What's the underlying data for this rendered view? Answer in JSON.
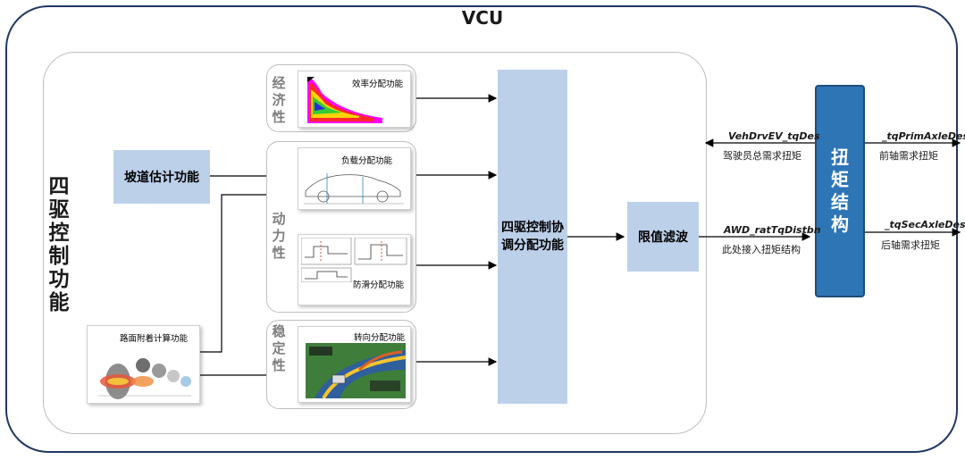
{
  "title": "VCU",
  "main_function": "四驱控制功能",
  "slope_estimation": "坡道估计功能",
  "road_adhesion": "路面附着计算功能",
  "groups": {
    "economy": "经济性",
    "dynamic": "动力性",
    "stability": "稳定性"
  },
  "thumbnails": {
    "efficiency": "效率分配功能",
    "load": "负载分配功能",
    "antislip": "防滑分配功能",
    "steering": "转向分配功能"
  },
  "coordinator": "四驱控制协调分配功能",
  "limit_filter": "限值滤波",
  "torque_structure": "扭矩结构",
  "signals": {
    "driver_sig": "VehDrvEV_tqDes",
    "driver_desc": "驾驶员总需求扭矩",
    "awd_sig": "AWD_ratTqDistbn",
    "awd_desc": "此处接入扭矩结构",
    "prim_sig": "_tqPrimAxleDes",
    "prim_desc": "前轴需求扭矩",
    "sec_sig": "_tqSecAxleDes",
    "sec_desc": "后轴需求扭矩"
  },
  "colors": {
    "frame": "#1f3864",
    "blue_box": "#bdd0ea",
    "torque_box": "#2e75b6",
    "group_label": "#7f7f7f"
  }
}
